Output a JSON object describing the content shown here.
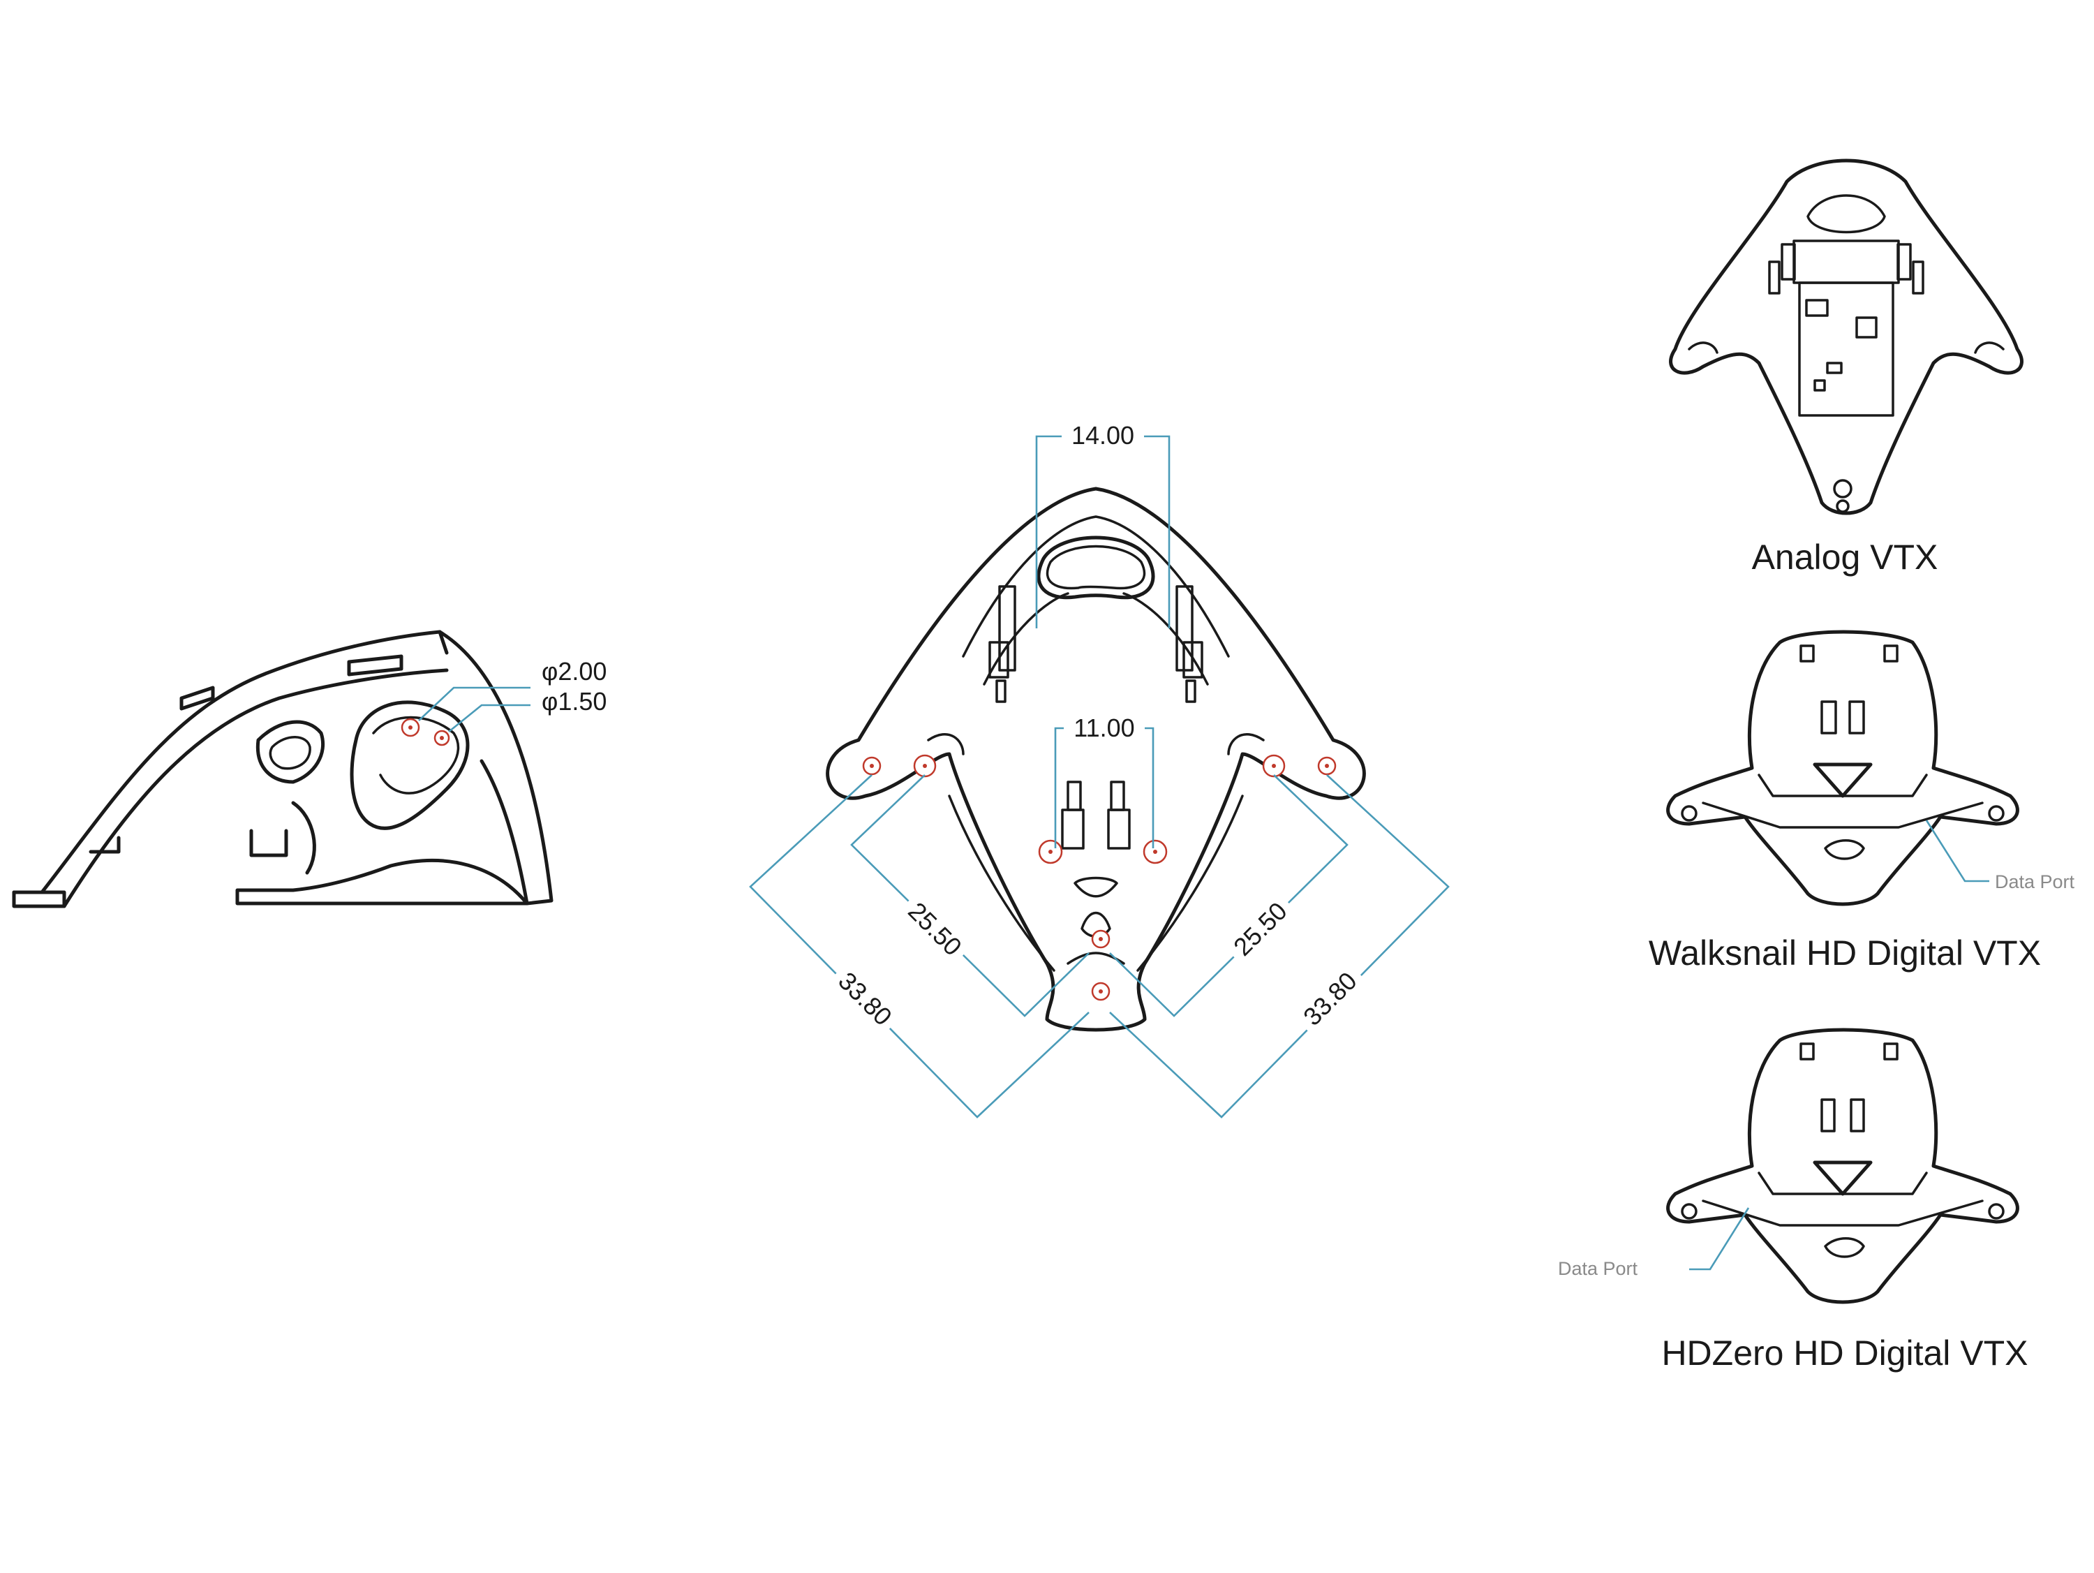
{
  "side_view": {
    "hole_large": "φ2.00",
    "hole_small": "φ1.50"
  },
  "top_view": {
    "dim_top_width": "14.00",
    "dim_inner_width": "11.00",
    "dim_left_inner": "25.50",
    "dim_right_inner": "25.50",
    "dim_left_outer": "33.80",
    "dim_right_outer": "33.80"
  },
  "variants": [
    {
      "caption": "Analog VTX"
    },
    {
      "caption": "Walksnail HD Digital VTX",
      "port_label": "Data Port"
    },
    {
      "caption": "HDZero HD Digital VTX",
      "port_label": "Data Port"
    }
  ],
  "colors": {
    "outline": "#1a1a1a",
    "dimension_line": "#4a9bb8",
    "hole_marker": "#c0392b",
    "port_label": "#8a8a8a"
  }
}
